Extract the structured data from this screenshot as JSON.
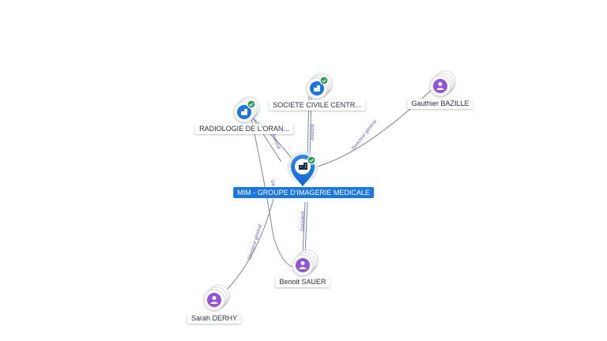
{
  "colors": {
    "company": "#1976e8",
    "person": "#9254de",
    "verified": "#2a9d52",
    "edge": "#7f86a0",
    "edge_label": "#5a5fb8"
  },
  "nodes": {
    "main": {
      "label": "MIM - GROUPE D'IMAGERIE MEDICALE",
      "icon": "building-icon",
      "verified": true
    },
    "societe": {
      "label": "SOCIETE CIVILE CENTR...",
      "icon": "building-icon",
      "verified": true
    },
    "radiologie": {
      "label": "RADIOLOGIE DE L'ORAN...",
      "icon": "building-icon",
      "verified": true
    },
    "gauthier": {
      "label": "Gauthier BAZILLE",
      "icon": "person-icon"
    },
    "benoit": {
      "label": "Benoit SAUER",
      "icon": "person-icon"
    },
    "sarah": {
      "label": "Sarah DERHY",
      "icon": "person-icon"
    }
  },
  "edges": {
    "gauthier_main": "Directeur général",
    "societe_main": "Associé",
    "radiologie_main": "Associé",
    "benoit_main": "Président",
    "sarah_main": "Directeur général",
    "benoit_radiologie": "Gé..."
  }
}
